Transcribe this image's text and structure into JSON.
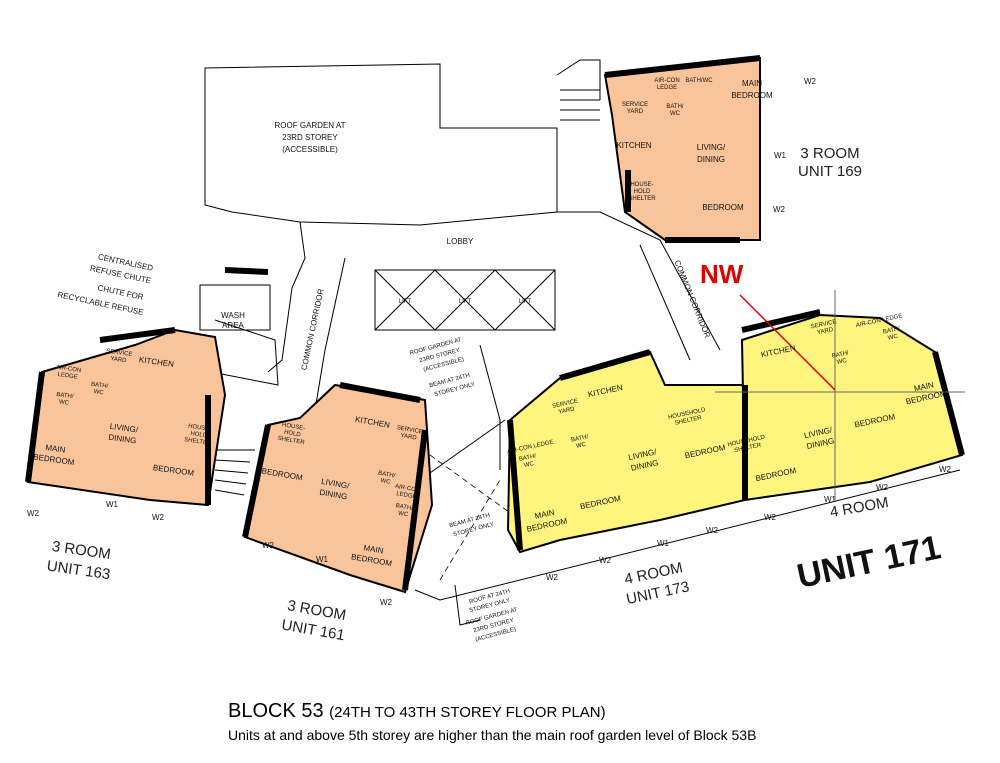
{
  "colors": {
    "three_room": "#F9C49A",
    "four_room": "#FFF47E",
    "pointer": "#E00000"
  },
  "common": {
    "roof_garden_top": [
      "ROOF GARDEN AT",
      "23RD STOREY",
      "(ACCESSIBLE)"
    ],
    "lobby": "LOBBY",
    "lift": "LIFT",
    "common_corridor": "COMMON CORRIDOR",
    "wash_area": [
      "WASH",
      "AREA"
    ],
    "refuse_chute": [
      "CENTRALISED",
      "REFUSE CHUTE"
    ],
    "recycle_chute": [
      "CHUTE FOR",
      "RECYCLABLE REFUSE"
    ],
    "roof_garden_mid": [
      "ROOF GARDEN AT",
      "23RD STOREY",
      "(ACCESSIBLE)"
    ],
    "beam_note": [
      "BEAM AT 24TH",
      "STOREY ONLY"
    ],
    "roof_24": [
      "ROOF AT 24TH",
      "STOREY ONLY"
    ],
    "roof_garden_bottom": [
      "ROOF GARDEN AT",
      "23RD STOREY",
      "(ACCESSIBLE)"
    ]
  },
  "compass": {
    "label": "NW"
  },
  "highlight": {
    "label": "UNIT 171"
  },
  "units": {
    "u163": {
      "type": "3 ROOM",
      "name": "UNIT 163",
      "rooms": {
        "service": [
          "SERVICE",
          "YARD"
        ],
        "kitchen": "KITCHEN",
        "aircon": [
          "AIR-CON",
          "LEDGE"
        ],
        "bath1": [
          "BATH/",
          "WC"
        ],
        "bath2": [
          "BATH/",
          "WC"
        ],
        "living": [
          "LIVING/",
          "DINING"
        ],
        "shelter": [
          "HOUSE-",
          "HOLD",
          "SHELTER"
        ],
        "main": [
          "MAIN",
          "BEDROOM"
        ],
        "bedroom": "BEDROOM"
      },
      "windows": [
        "W2",
        "W1",
        "W2"
      ]
    },
    "u161": {
      "type": "3 ROOM",
      "name": "UNIT 161",
      "rooms": {
        "kitchen": "KITCHEN",
        "service": [
          "SERVICE",
          "YARD"
        ],
        "shelter": [
          "HOUSE-",
          "HOLD",
          "SHELTER"
        ],
        "bedroom": "BEDROOM",
        "living": [
          "LIVING/",
          "DINING"
        ],
        "bath1": [
          "BATH/",
          "WC"
        ],
        "aircon": [
          "AIR-CON",
          "LEDGE"
        ],
        "bath2": [
          "BATH/",
          "WC"
        ],
        "main": [
          "MAIN",
          "BEDROOM"
        ]
      },
      "windows": [
        "W2",
        "W1",
        "W2"
      ]
    },
    "u173": {
      "type": "4 ROOM",
      "name": "UNIT 173",
      "rooms": {
        "service": [
          "SERVICE",
          "YARD"
        ],
        "kitchen": "KITCHEN",
        "aircon": "AIR-CON LEDGE",
        "bath1": [
          "BATH/",
          "WC"
        ],
        "bath2": [
          "BATH/",
          "WC"
        ],
        "shelter": [
          "HOUSEHOLD",
          "SHELTER"
        ],
        "living": [
          "LIVING/",
          "DINING"
        ],
        "main": [
          "MAIN",
          "BEDROOM"
        ],
        "bedroom1": "BEDROOM",
        "bedroom2": "BEDROOM"
      },
      "windows": [
        "W2",
        "W2",
        "W1",
        "W2"
      ]
    },
    "u171": {
      "type": "4 ROOM",
      "name": "",
      "rooms": {
        "kitchen": "KITCHEN",
        "service": [
          "SERVICE",
          "YARD"
        ],
        "aircon": "AIR-CON LEDGE",
        "bath1": [
          "BATH/",
          "WC"
        ],
        "bath2": [
          "BATH/",
          "WC"
        ],
        "shelter": [
          "HOUSEHOLD",
          "SHELTER"
        ],
        "bedroom1": "BEDROOM",
        "living": [
          "LIVING/",
          "DINING"
        ],
        "bedroom2": "BEDROOM",
        "main": [
          "MAIN",
          "BEDROOM"
        ]
      },
      "windows": [
        "W2",
        "W1",
        "W2",
        "W2"
      ]
    },
    "u169": {
      "type": "3 ROOM",
      "name": "UNIT 169",
      "rooms": {
        "aircon": [
          "AIR-CON",
          "LEDGE"
        ],
        "bath1": [
          "BATH/WC"
        ],
        "main": [
          "MAIN",
          "BEDROOM"
        ],
        "service": [
          "SERVICE",
          "YARD"
        ],
        "bath2": [
          "BATH/",
          "WC"
        ],
        "kitchen": "KITCHEN",
        "living": [
          "LIVING/",
          "DINING"
        ],
        "shelter": [
          "HOUSE-",
          "HOLD",
          "SHELTER"
        ],
        "bedroom": "BEDROOM"
      },
      "windows": [
        "W2",
        "W1",
        "W2"
      ]
    }
  },
  "caption": {
    "block": "BLOCK 53",
    "storeys": "(24TH TO 43TH STOREY FLOOR PLAN)",
    "note": "Units at and above 5th storey are higher than the main roof garden level of Block 53B"
  }
}
